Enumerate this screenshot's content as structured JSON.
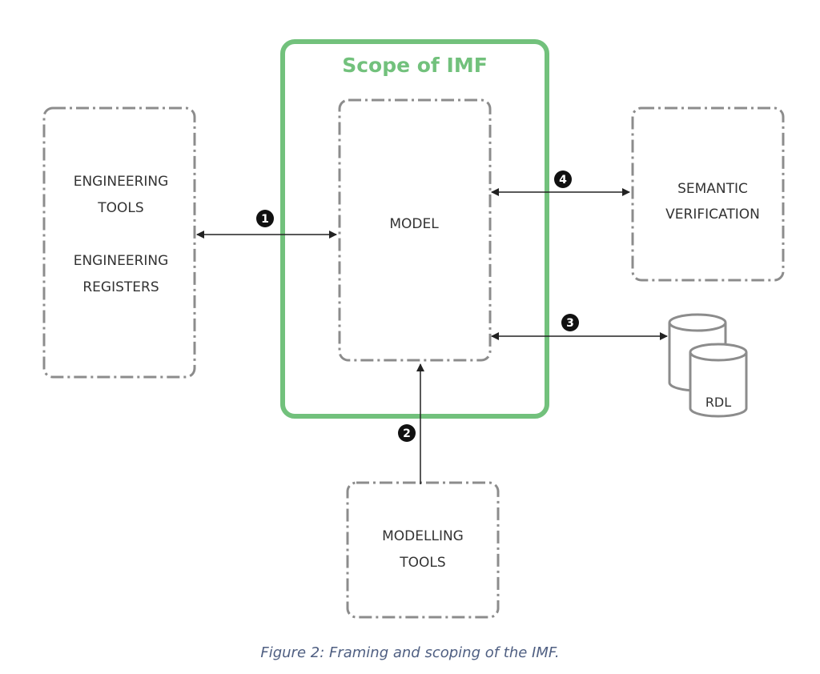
{
  "colors": {
    "scope": "#72c17c",
    "box_border": "#8c8c8c",
    "arrow": "#222222",
    "caption": "#4f5f82"
  },
  "scope": {
    "title": "Scope of IMF"
  },
  "boxes": {
    "engineering": {
      "line1": "ENGINEERING",
      "line2": "TOOLS",
      "line3": "ENGINEERING",
      "line4": "REGISTERS"
    },
    "model": {
      "label": "MODEL"
    },
    "semantic": {
      "line1": "SEMANTIC",
      "line2": "VERIFICATION"
    },
    "modelling": {
      "line1": "MODELLING",
      "line2": "TOOLS"
    }
  },
  "rdl": {
    "label": "RDL"
  },
  "markers": [
    "1",
    "2",
    "3",
    "4"
  ],
  "caption": "Figure 2: Framing and scoping of the IMF."
}
